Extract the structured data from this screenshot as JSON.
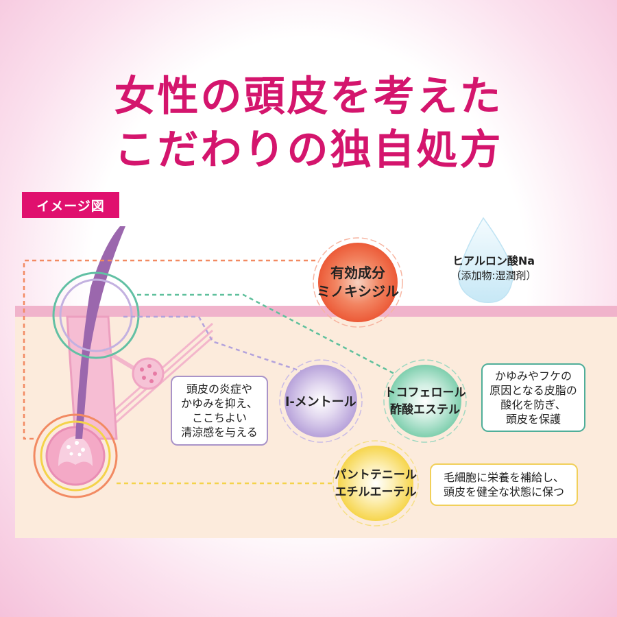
{
  "title": {
    "line1": "女性の頭皮を考えた",
    "line2": "こだわりの独自処方"
  },
  "badge": "イメージ図",
  "ingredients": {
    "minoxidil": {
      "line1": "有効成分",
      "line2": "ミノキシジル",
      "color": "#f0603e"
    },
    "hyaluronic": {
      "line1": "ヒアルロン酸Na",
      "line2": "（添加物:湿潤剤）",
      "color": "#9fd6ec"
    },
    "menthol": {
      "label": "l-メントール",
      "color": "#a58fd0",
      "desc": [
        "頭皮の炎症や",
        "かゆみを抑え、",
        "ここちよい",
        "清涼感を与える"
      ]
    },
    "tocopherol": {
      "line1": "トコフェロール",
      "line2": "酢酸エステル",
      "color": "#5fc09c",
      "desc": [
        "かゆみやフケの",
        "原因となる皮脂の",
        "酸化を防ぎ、",
        "頭皮を保護"
      ]
    },
    "panthenyl": {
      "line1": "パントテニール",
      "line2": "エチルエーテル",
      "color": "#f4d34a",
      "desc": [
        "毛細胞に栄養を補給し、",
        "頭皮を健全な状態に保つ"
      ]
    }
  },
  "colors": {
    "title": "#d4156d",
    "skin": "#fcebdc",
    "skin_surface": "#f0b3cb",
    "hair": "#9b67ad",
    "follicle": "#f2a2c2"
  }
}
